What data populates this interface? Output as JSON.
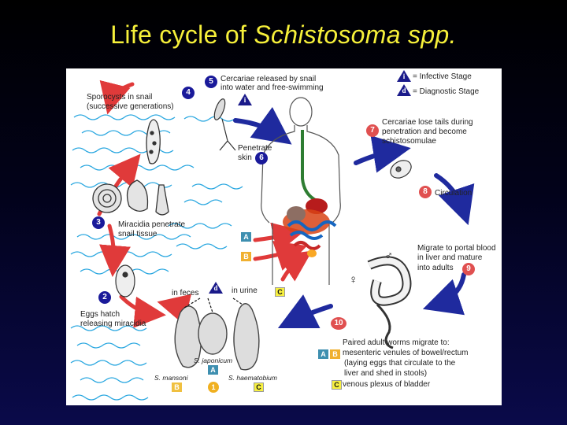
{
  "title": {
    "main": "Life cycle of ",
    "italic": "Schistosoma spp."
  },
  "legend": {
    "infective": {
      "symbol": "i",
      "label": "= Infective Stage"
    },
    "diagnostic": {
      "symbol": "d",
      "label": "= Diagnostic Stage"
    }
  },
  "stages": {
    "s1": {
      "num": "1"
    },
    "s2": {
      "num": "2",
      "line1": "Eggs hatch",
      "line2": "releasing miracidia"
    },
    "s3": {
      "num": "3",
      "line1": "Miracidia penetrate",
      "line2": "snail tissue"
    },
    "s4": {
      "num": "4",
      "line1": "Sporocysts in snail",
      "line2": "(successive generations)"
    },
    "s5": {
      "num": "5",
      "line1": "Cercariae released by snail",
      "line2": "into water and free-swimming"
    },
    "s6": {
      "num": "6",
      "line1": "Penetrate",
      "line2": "skin"
    },
    "s7": {
      "num": "7",
      "line1": "Cercariae lose tails during",
      "line2": "penetration and become",
      "line3": "schistosomulae"
    },
    "s8": {
      "num": "8",
      "line1": "Circulation"
    },
    "s9": {
      "num": "9",
      "line1": "Migrate to portal blood",
      "line2": "in liver and mature",
      "line3": "into adults"
    },
    "s10": {
      "num": "10",
      "line1": "Paired adult worms migrate to:",
      "line2": "mesenteric venules of bowel/rectum",
      "line3": "(laying eggs that circulate to the",
      "line4": "liver and shed in stools)",
      "line5": "venous plexus of bladder"
    }
  },
  "eggs": {
    "feces": "in feces",
    "urine": "in urine",
    "japonicum": "S. japonicum",
    "mansoni": "S. mansoni",
    "haematobium": "S. haematobium"
  },
  "tags": {
    "a": "A",
    "b": "B",
    "c": "C",
    "d": "d",
    "i": "i"
  },
  "symbols": {
    "male": "♂",
    "female": "♀"
  },
  "colors": {
    "title": "#f6f03a",
    "arrow_blue": "#1f2a9e",
    "arrow_red": "#e03a3a",
    "water": "#29a7e0",
    "stage_dark": "#1a1a9a",
    "stage_red": "#e05050"
  }
}
